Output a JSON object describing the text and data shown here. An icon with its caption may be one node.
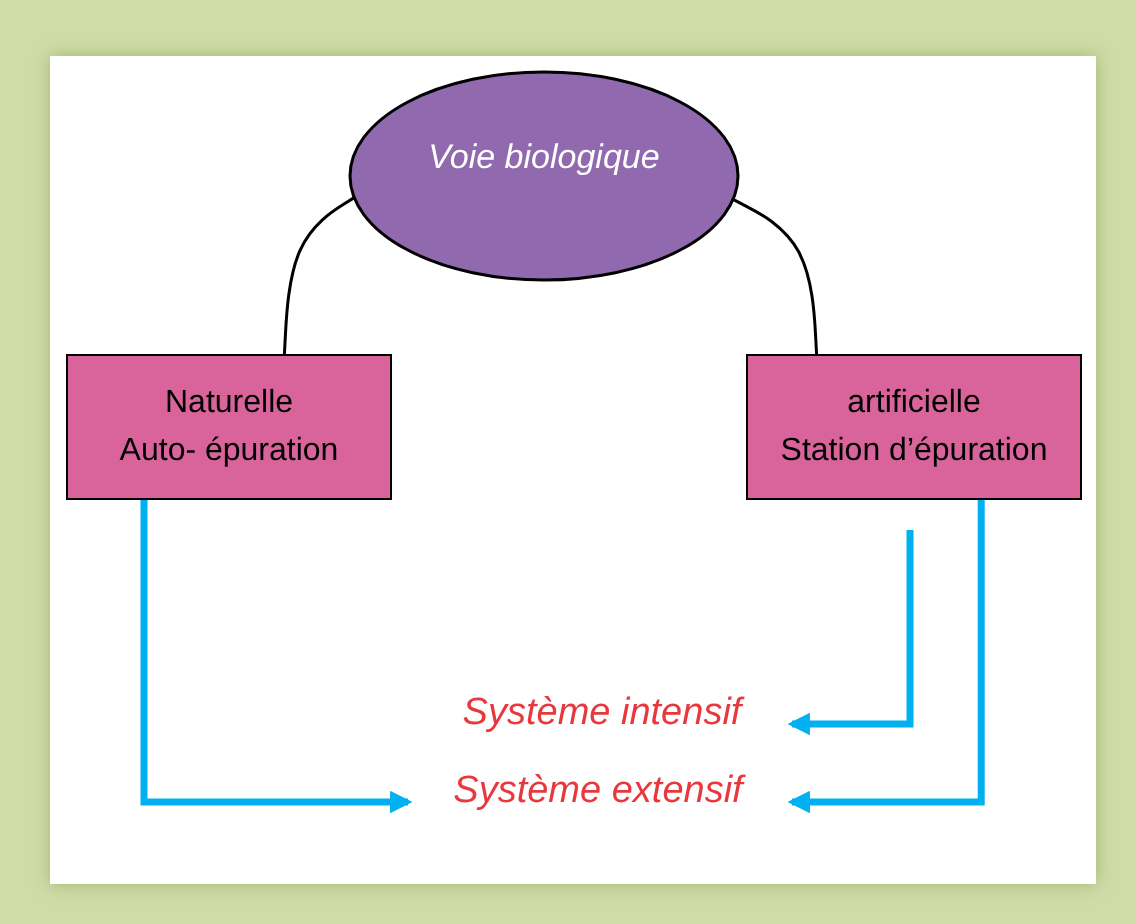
{
  "diagram": {
    "nodes": [
      {
        "text": [
          "Voie biologique"
        ]
      },
      {
        "text": [
          "Naturelle",
          "Auto- épuration"
        ]
      },
      {
        "text": [
          "artificielle",
          "Station d’épuration"
        ]
      },
      {
        "text": [
          "Système intensif"
        ]
      },
      {
        "text": [
          "Système extensif"
        ]
      }
    ],
    "edges": [
      {
        "from": 0,
        "to": 1,
        "arrow": "none",
        "color": "#000000"
      },
      {
        "from": 0,
        "to": 2,
        "arrow": "none",
        "color": "#000000"
      },
      {
        "from": null,
        "to": 3,
        "arrow": "to",
        "color": "#00b0f0"
      },
      {
        "from": 1,
        "to": 4,
        "arrow": "to",
        "color": "#00b0f0"
      },
      {
        "from": 2,
        "to": 4,
        "arrow": "to",
        "color": "#00b0f0"
      }
    ]
  }
}
